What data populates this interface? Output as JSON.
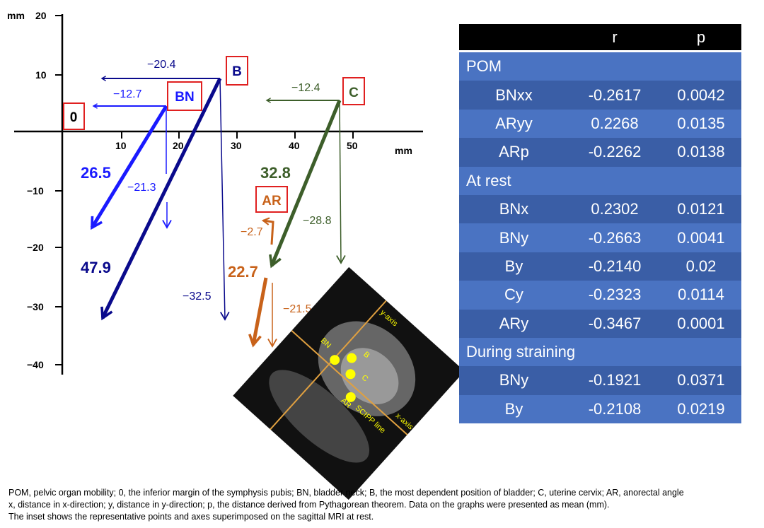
{
  "graph": {
    "y_unit": "mm",
    "x_unit": "mm",
    "y_ticks": [
      "20",
      "10",
      "−10",
      "−20",
      "−30",
      "−40"
    ],
    "x_ticks": [
      "10",
      "20",
      "30",
      "40",
      "50"
    ],
    "points": {
      "origin": "0",
      "BN": "BN",
      "B": "B",
      "C": "C",
      "AR": "AR"
    },
    "values": {
      "BN_x": "−12.7",
      "BN_y": "−21.3",
      "BN_p": "26.5",
      "B_x": "−20.4",
      "B_y": "−32.5",
      "B_p": "47.9",
      "C_x": "−12.4",
      "C_y": "−28.8",
      "C_p": "32.8",
      "AR_x": "−2.7",
      "AR_y": "−21.5",
      "AR_p": "22.7"
    },
    "colors": {
      "BN": "#1a1aff",
      "B": "#0a0a8c",
      "C": "#3d5e2a",
      "AR": "#c8621a",
      "box": "#e02020"
    }
  },
  "inset": {
    "labels": {
      "yaxis": "y-axis",
      "xaxis": "x-axis",
      "BN": "BN",
      "B": "B",
      "C": "C",
      "AR": "AR",
      "line": "SCIPP line"
    }
  },
  "table": {
    "headers": [
      "",
      "r",
      "p"
    ],
    "rows": [
      {
        "section": "POM"
      },
      {
        "label": "BNxx",
        "r": "-0.2617",
        "p": "0.0042"
      },
      {
        "label": "ARyy",
        "r": "0.2268",
        "p": "0.0135"
      },
      {
        "label": "ARp",
        "r": "-0.2262",
        "p": "0.0138"
      },
      {
        "section": "At rest"
      },
      {
        "label": "BNx",
        "r": "0.2302",
        "p": "0.0121"
      },
      {
        "label": "BNy",
        "r": "-0.2663",
        "p": "0.0041"
      },
      {
        "label": "By",
        "r": "-0.2140",
        "p": "0.02"
      },
      {
        "label": "Cy",
        "r": "-0.2323",
        "p": "0.0114"
      },
      {
        "label": "ARy",
        "r": "-0.3467",
        "p": "0.0001"
      },
      {
        "section": "During straining"
      },
      {
        "label": "BNy",
        "r": "-0.1921",
        "p": "0.0371"
      },
      {
        "label": "By",
        "r": "-0.2108",
        "p": "0.0219"
      }
    ]
  },
  "caption": [
    "POM, pelvic organ mobility; 0, the inferior margin of the symphysis pubis; BN, bladder neck; B, the most dependent position of bladder; C, uterine cervix; AR, anorectal angle",
    "x, distance in x-direction; y, distance in y-direction; p, the distance derived from Pythagorean theorem.  Data on the graphs were presented as mean (mm).",
    "The inset shows the representative points and axes superimposed on the sagittal MRI at rest."
  ]
}
